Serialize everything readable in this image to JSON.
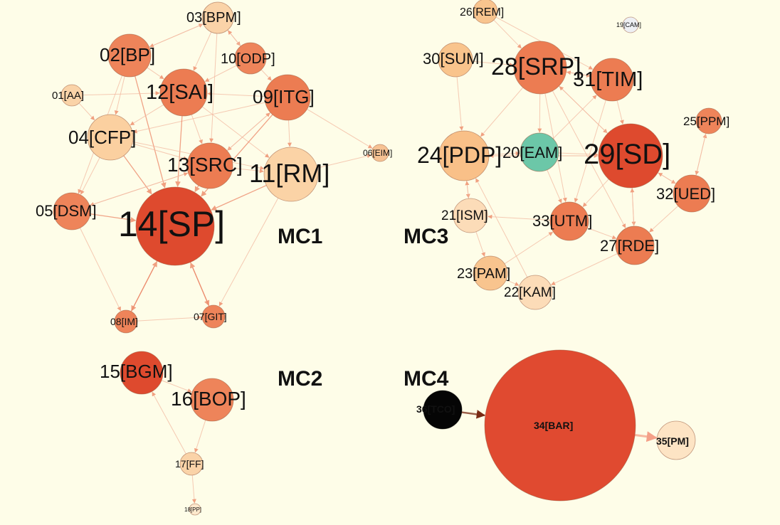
{
  "colors": {
    "background": "#fefde8",
    "edge": "#f2b8a0",
    "edge_strong": "#e36a4a",
    "edge_dark": "#7a2a14",
    "label_blue": "#5b5bd6",
    "node_stroke": "#9a5a40"
  },
  "clusters": [
    {
      "id": "MC1",
      "label": "MC1"
    },
    {
      "id": "MC2",
      "label": "MC2"
    },
    {
      "id": "MC3",
      "label": "MC3"
    },
    {
      "id": "MC4",
      "label": "MC4"
    }
  ],
  "nodes": [
    {
      "id": "01",
      "label": "01[AA]",
      "fill": "#fad3a8"
    },
    {
      "id": "02",
      "label": "02[BP]",
      "fill": "#ee845a"
    },
    {
      "id": "03",
      "label": "03[BPM]",
      "fill": "#fad3a8"
    },
    {
      "id": "04",
      "label": "04[CFP]",
      "fill": "#fbd0a0"
    },
    {
      "id": "05",
      "label": "05[DSM]",
      "fill": "#ee845a"
    },
    {
      "id": "06",
      "label": "06[EIM]",
      "fill": "#f6c293"
    },
    {
      "id": "07",
      "label": "07[GIT]",
      "fill": "#ee845a"
    },
    {
      "id": "08",
      "label": "08[IM]",
      "fill": "#ee845a"
    },
    {
      "id": "09",
      "label": "09[ITG]",
      "fill": "#ec7c52"
    },
    {
      "id": "10",
      "label": "10[ODP]",
      "fill": "#ee845a"
    },
    {
      "id": "11",
      "label": "11[RM]",
      "fill": "#fbd3a6"
    },
    {
      "id": "12",
      "label": "12[SAI]",
      "fill": "#ec7c52"
    },
    {
      "id": "13",
      "label": "13[SRC]",
      "fill": "#ec7c52"
    },
    {
      "id": "14",
      "label": "14[SP]",
      "fill": "#de4a2e"
    },
    {
      "id": "15",
      "label": "15[BGM]",
      "fill": "#de4a2e"
    },
    {
      "id": "16",
      "label": "16[BOP]",
      "fill": "#ee845a"
    },
    {
      "id": "17",
      "label": "17[FF]",
      "fill": "#fad3a8"
    },
    {
      "id": "18",
      "label": "18[PP]",
      "fill": "#fde8cc"
    },
    {
      "id": "19",
      "label": "19[CAM]",
      "fill": "#eef0f4"
    },
    {
      "id": "20",
      "label": "20[EAM]",
      "fill": "#6cc7a8"
    },
    {
      "id": "21",
      "label": "21[ISM]",
      "fill": "#fcdcb8"
    },
    {
      "id": "22",
      "label": "22[KAM]",
      "fill": "#fcdcb8"
    },
    {
      "id": "23",
      "label": "23[PAM]",
      "fill": "#f8c48e"
    },
    {
      "id": "24",
      "label": "24[PDP]",
      "fill": "#f9c088"
    },
    {
      "id": "25",
      "label": "25[PPM]",
      "fill": "#ee845a"
    },
    {
      "id": "26",
      "label": "26[REM]",
      "fill": "#f8c48e"
    },
    {
      "id": "27",
      "label": "27[RDE]",
      "fill": "#ec7c52"
    },
    {
      "id": "28",
      "label": "28[SRP]",
      "fill": "#ec7c52"
    },
    {
      "id": "29",
      "label": "29[SD]",
      "fill": "#de4a2e"
    },
    {
      "id": "30",
      "label": "30[SUM]",
      "fill": "#f9c48c"
    },
    {
      "id": "31",
      "label": "31[TIM]",
      "fill": "#ec7c52"
    },
    {
      "id": "32",
      "label": "32[UED]",
      "fill": "#ec7c52"
    },
    {
      "id": "33",
      "label": "33[UTM]",
      "fill": "#ec7c52"
    },
    {
      "id": "34",
      "label": "34[BAR]",
      "fill": "#e04a30",
      "label_color": "blue"
    },
    {
      "id": "35",
      "label": "35[PM]",
      "fill": "#fde4c4",
      "label_color": "blue"
    },
    {
      "id": "36",
      "label": "36[TCO]",
      "fill": "#050505",
      "label_color": "blue"
    }
  ],
  "edges": [
    [
      "02",
      "03"
    ],
    [
      "03",
      "02"
    ],
    [
      "02",
      "12"
    ],
    [
      "02",
      "04"
    ],
    [
      "02",
      "14"
    ],
    [
      "03",
      "12"
    ],
    [
      "03",
      "13"
    ],
    [
      "03",
      "10"
    ],
    [
      "10",
      "09"
    ],
    [
      "10",
      "03"
    ],
    [
      "10",
      "12"
    ],
    [
      "09",
      "12"
    ],
    [
      "09",
      "13"
    ],
    [
      "09",
      "11"
    ],
    [
      "09",
      "06"
    ],
    [
      "09",
      "04"
    ],
    [
      "01",
      "12"
    ],
    [
      "01",
      "04"
    ],
    [
      "12",
      "04"
    ],
    [
      "12",
      "13"
    ],
    [
      "12",
      "11"
    ],
    [
      "12",
      "14"
    ],
    [
      "04",
      "05"
    ],
    [
      "04",
      "14"
    ],
    [
      "04",
      "13"
    ],
    [
      "04",
      "11"
    ],
    [
      "13",
      "14"
    ],
    [
      "13",
      "11"
    ],
    [
      "13",
      "05"
    ],
    [
      "11",
      "14"
    ],
    [
      "11",
      "06"
    ],
    [
      "11",
      "07"
    ],
    [
      "05",
      "14"
    ],
    [
      "05",
      "13"
    ],
    [
      "05",
      "08"
    ],
    [
      "14",
      "08"
    ],
    [
      "08",
      "14"
    ],
    [
      "14",
      "07"
    ],
    [
      "07",
      "14"
    ],
    [
      "08",
      "07"
    ],
    [
      "02",
      "05"
    ],
    [
      "13",
      "09"
    ],
    [
      "09",
      "14"
    ],
    [
      "15",
      "16"
    ],
    [
      "17",
      "15"
    ],
    [
      "17",
      "18"
    ],
    [
      "16",
      "17"
    ],
    [
      "26",
      "28"
    ],
    [
      "30",
      "28"
    ],
    [
      "30",
      "24"
    ],
    [
      "28",
      "31"
    ],
    [
      "28",
      "24"
    ],
    [
      "28",
      "20"
    ],
    [
      "28",
      "29"
    ],
    [
      "28",
      "33"
    ],
    [
      "31",
      "29"
    ],
    [
      "31",
      "28"
    ],
    [
      "24",
      "29"
    ],
    [
      "24",
      "20"
    ],
    [
      "24",
      "21"
    ],
    [
      "20",
      "29"
    ],
    [
      "20",
      "31"
    ],
    [
      "20",
      "33"
    ],
    [
      "29",
      "32"
    ],
    [
      "29",
      "27"
    ],
    [
      "29",
      "28"
    ],
    [
      "29",
      "33"
    ],
    [
      "29",
      "24"
    ],
    [
      "32",
      "29"
    ],
    [
      "32",
      "27"
    ],
    [
      "32",
      "25"
    ],
    [
      "25",
      "32"
    ],
    [
      "33",
      "21"
    ],
    [
      "33",
      "27"
    ],
    [
      "27",
      "22"
    ],
    [
      "27",
      "29"
    ],
    [
      "21",
      "23"
    ],
    [
      "21",
      "24"
    ],
    [
      "23",
      "22"
    ],
    [
      "22",
      "24"
    ],
    [
      "23",
      "33"
    ],
    [
      "26",
      "31"
    ],
    [
      "28",
      "27"
    ],
    [
      "31",
      "33"
    ]
  ],
  "mc4_edges": [
    {
      "from": "36",
      "to": "34",
      "style": "dark"
    },
    {
      "from": "34",
      "to": "35",
      "style": "light"
    }
  ]
}
